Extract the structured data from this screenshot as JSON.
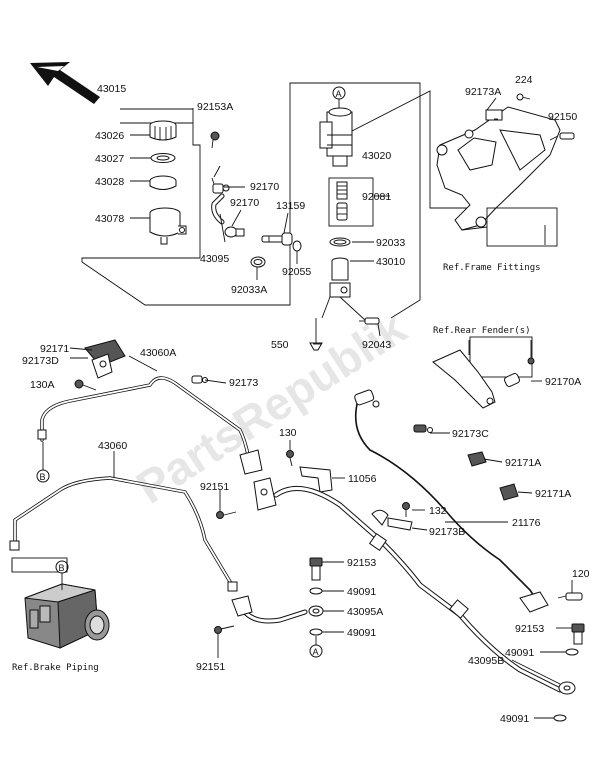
{
  "watermark": "PartsRepublik",
  "labels": {
    "p43015": "43015",
    "p92153A": "92153A",
    "p43026": "43026",
    "p43027": "43027",
    "p43028": "43028",
    "p43078": "43078",
    "p92170a": "92170",
    "p92170b": "92170",
    "p43095": "43095",
    "p13159": "13159",
    "p92055": "92055",
    "p92033A": "92033A",
    "p43020": "43020",
    "p92081": "92081",
    "p92033": "92033",
    "p43010": "43010",
    "p550": "550",
    "p92043": "92043",
    "p92173A": "92173A",
    "p224": "224",
    "p92150": "92150",
    "p92171": "92171",
    "p92173D": "92173D",
    "p130A": "130A",
    "p43060A": "43060A",
    "p92173": "92173",
    "p92170A": "92170A",
    "p92173C": "92173C",
    "p130": "130",
    "p11056": "11056",
    "p43060": "43060",
    "p92171A_1": "92171A",
    "p92171A_2": "92171A",
    "p92151a": "92151",
    "p132": "132",
    "p92173B": "92173B",
    "p21176": "21176",
    "p92153a": "92153",
    "p49091a": "49091",
    "p43095A": "43095A",
    "p49091b": "49091",
    "p92151b": "92151",
    "p120": "120",
    "p92153b": "92153",
    "p43095B": "43095B",
    "p49091c": "49091",
    "p49091d": "49091"
  },
  "refs": {
    "frame": "Ref.Frame Fittings",
    "fender": "Ref.Rear Fender(s)",
    "brake": "Ref.Brake Piping"
  },
  "markers": {
    "a_top": "A",
    "a_bottom": "A",
    "b_left": "B",
    "b_abs": "B"
  }
}
